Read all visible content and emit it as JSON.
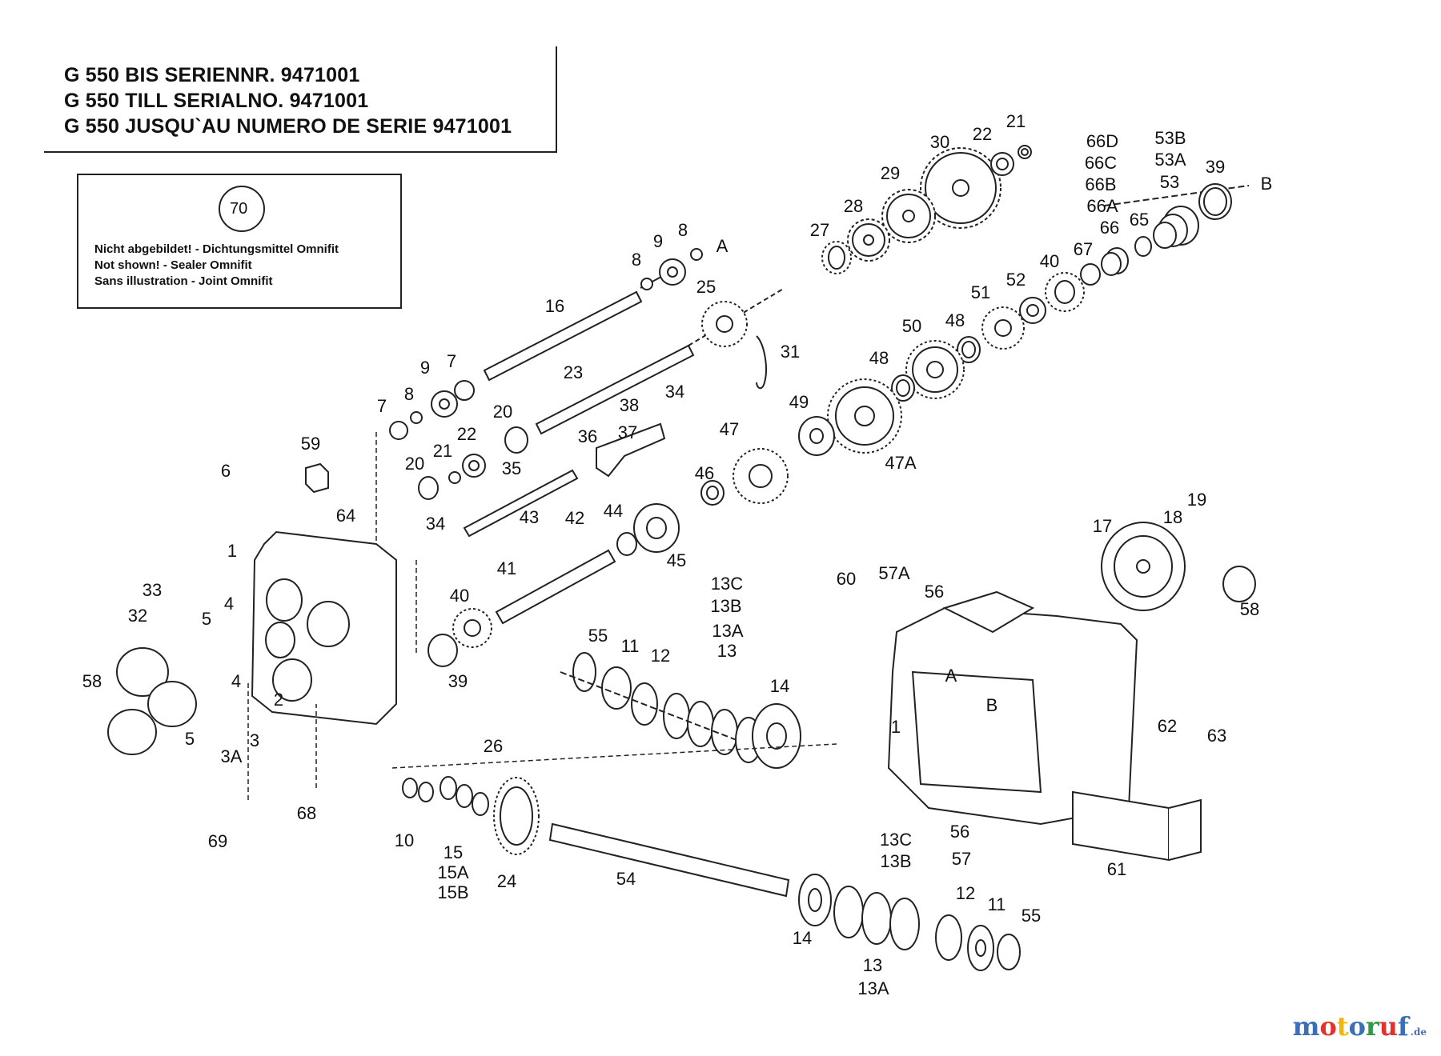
{
  "header": {
    "line1": "G 550 BIS SERIENNR. 9471001",
    "line2": "G 550 TILL SERIALNO. 9471001",
    "line3": "G 550 JUSQU`AU NUMERO DE SERIE 9471001"
  },
  "note": {
    "circle_number": "70",
    "line_de": "Nicht abgebildet! - Dichtungsmittel Omnifit",
    "line_en": "Not shown! - Sealer Omnifit",
    "line_fr": "Sans illustration - Joint Omnifit"
  },
  "watermark": {
    "letters": [
      "m",
      "o",
      "t",
      "o",
      "r",
      "u",
      "f"
    ],
    "colors": [
      "#3b6fb6",
      "#e2322d",
      "#f2b705",
      "#3b6fb6",
      "#2e9a45",
      "#e2322d",
      "#3b6fb6"
    ],
    "suffix": ".de"
  },
  "labels": [
    "21",
    "22",
    "30",
    "29",
    "28",
    "27",
    "66D",
    "66C",
    "66B",
    "66A",
    "53B",
    "53A",
    "53",
    "39",
    "B",
    "66",
    "65",
    "67",
    "40",
    "52",
    "51",
    "48",
    "50",
    "48",
    "8",
    "9",
    "8",
    "A",
    "16",
    "25",
    "31",
    "23",
    "9",
    "7",
    "34",
    "38",
    "37",
    "49",
    "47",
    "47A",
    "7",
    "8",
    "20",
    "22",
    "21",
    "20",
    "36",
    "35",
    "46",
    "59",
    "6",
    "64",
    "34",
    "43",
    "42",
    "44",
    "45",
    "41",
    "40",
    "39",
    "1",
    "33",
    "32",
    "5",
    "4",
    "58",
    "4",
    "2",
    "5",
    "3",
    "3A",
    "68",
    "69",
    "13C",
    "13B",
    "13A",
    "13",
    "55",
    "11",
    "12",
    "14",
    "26",
    "10",
    "15",
    "15A",
    "15B",
    "24",
    "54",
    "17",
    "18",
    "19",
    "60",
    "57A",
    "56",
    "58",
    "A",
    "B",
    "1",
    "62",
    "63",
    "61",
    "56",
    "57",
    "13C",
    "13B",
    "12",
    "11",
    "55",
    "14",
    "13",
    "13A"
  ]
}
